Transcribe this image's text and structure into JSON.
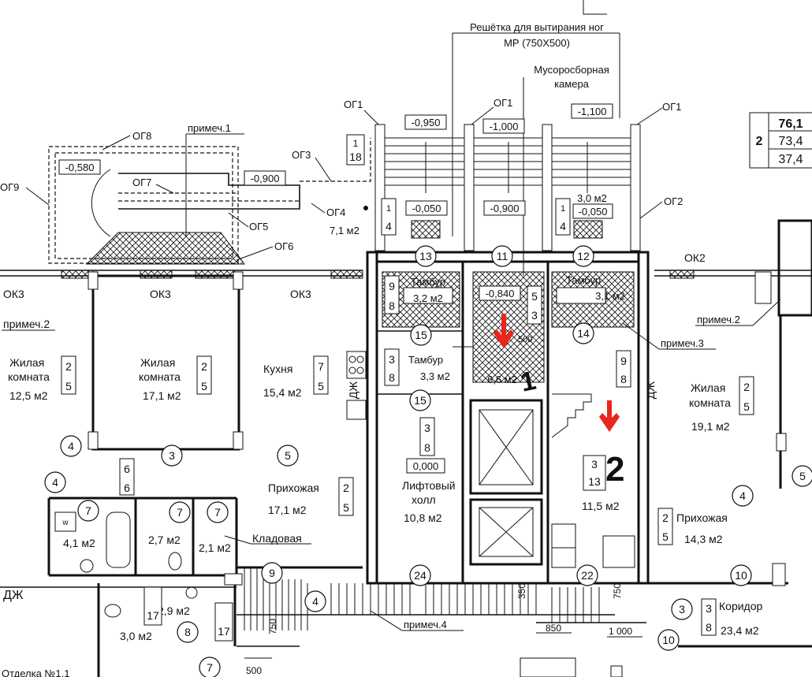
{
  "notes": {
    "grate_title": "Решётка для вытирания ног",
    "grate_spec": "МР (750Х500)",
    "chute_l1": "Мусоросборная",
    "chute_l2": "камера",
    "note1": "примеч.1",
    "note2a": "примеч.2",
    "note2b": "примеч.2",
    "note3": "примеч.3",
    "note4": "примеч.4",
    "storage": "Кладовая"
  },
  "legend": {
    "section": "2",
    "v1": "76,1",
    "v2": "73,4",
    "v3": "37,4"
  },
  "og": {
    "og1a": "ОГ1",
    "og1b": "ОГ1",
    "og1c": "ОГ1",
    "og2": "ОГ2",
    "og3": "ОГ3",
    "og4": "ОГ4",
    "og5": "ОГ5",
    "og6": "ОГ6",
    "og7": "ОГ7",
    "og8": "ОГ8",
    "og9": "ОГ9"
  },
  "ok": {
    "a": "ОК3",
    "b": "ОК3",
    "c": "ОК3",
    "d": "ОК2"
  },
  "levels": {
    "l1": "-0,580",
    "l2": "-0,900",
    "l3": "-0,950",
    "l4": "-1,000",
    "l5": "-1,100",
    "l6": "-0,050",
    "l7": "-0,900",
    "l8": "-0,050",
    "l9": "-0,840",
    "l10": "0,000"
  },
  "rooms": {
    "living1_name": "Жилая\nкомната",
    "living1_area": "12,5 м2",
    "living2_name": "Жилая\nкомната",
    "living2_area": "17,1 м2",
    "kitchen_name": "Кухня",
    "kitchen_area": "15,4 м2",
    "hall1_name": "Прихожая",
    "hall1_area": "17,1 м2",
    "vest1_name": "Тамбур",
    "vest1_area": "3,2 м2",
    "vest2_name": "Тамбур",
    "vest2_area": "3,3 м2",
    "vest3_name": "Тамбур",
    "vest3_area": "3,1 м2",
    "hatch_area": "6,6 м2",
    "lift_name": "Лифтовый\nхолл",
    "lift_area": "10,8 м2",
    "stair_area": "11,5 м2",
    "living3_name": "Жилая\nкомната",
    "living3_area": "19,1 м2",
    "hall2_name": "Прихожая",
    "hall2_area": "14,3 м2",
    "corr_name": "Коридор",
    "corr_area": "23,4 м2",
    "ext1_area": "7,1 м2",
    "ext2_area": "3,0 м2",
    "wc1_area": "4,1 м2",
    "wc2_area": "2,7 м2",
    "wc3_area": "2,1 м2",
    "wc4_area": "2,9 м2",
    "wc5_area": "3,0 м2",
    "fin1": "Отделка №1.1"
  },
  "codes": {
    "c1": [
      "2",
      "5"
    ],
    "c2": [
      "2",
      "5"
    ],
    "c3": [
      "7",
      "5"
    ],
    "c4": [
      "2",
      "5"
    ],
    "c5": [
      "9",
      "8"
    ],
    "c6": [
      "3",
      "8"
    ],
    "c7": [
      "5",
      "3"
    ],
    "c8": [
      "3",
      "8"
    ],
    "c9": [
      "9",
      "8"
    ],
    "c10": [
      "2",
      "5"
    ],
    "c11": [
      "2",
      "5"
    ],
    "c12": [
      "3",
      "8"
    ],
    "c13": [
      "6",
      "6"
    ],
    "c14": [
      "1",
      "18"
    ],
    "c15": [
      "1",
      "4"
    ],
    "c16": [
      "1",
      "4"
    ],
    "c17": [
      "3",
      "13"
    ],
    "c18": [
      "17"
    ],
    "c19": [
      "17"
    ]
  },
  "circles": {
    "n13": "13",
    "n11": "11",
    "n12": "12",
    "n15a": "15",
    "n15b": "15",
    "n14": "14",
    "n3a": "3",
    "n4a": "4",
    "n4b": "4",
    "n5a": "5",
    "n5b": "5",
    "n4c": "4",
    "n7a": "7",
    "n7b": "7",
    "n7c": "7",
    "n9": "9",
    "n24": "24",
    "n22": "22",
    "n10a": "10",
    "n10b": "10",
    "n3b": "3",
    "n8": "8",
    "n7d": "7",
    "n4d": "4"
  },
  "labels": {
    "dj1": "ДЖ",
    "dj2": "ДЖ",
    "dj3": "ДЖ",
    "w": "w"
  },
  "dims": {
    "d500": "500",
    "d850": "850",
    "d1000": "1 000",
    "d750a": "750",
    "d750b": "750",
    "d350": "350",
    "d500b": "500"
  },
  "markup": {
    "one": "1",
    "two": "2"
  },
  "colors": {
    "annotation": "#e8261d",
    "lines": "#111111"
  }
}
